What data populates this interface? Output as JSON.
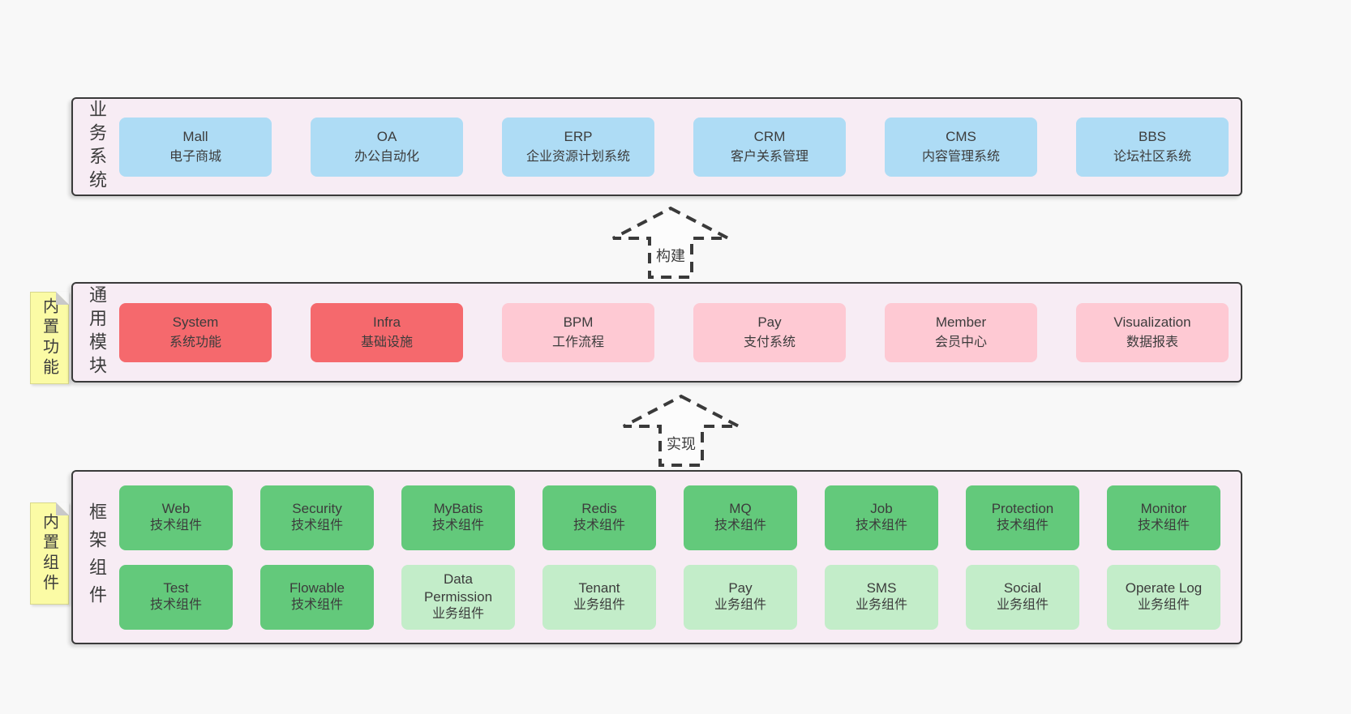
{
  "colors": {
    "page_bg": "#f8f8f8",
    "band_bg": "#f7ecf4",
    "band_border": "#3a3a3a",
    "blue_box": "#aedcf5",
    "red_box": "#f5696d",
    "pink_box": "#fec9d3",
    "green_box": "#63c97b",
    "light_green_box": "#c3edc9",
    "sticky_yellow": "#fbfba5",
    "text": "#3c3c3c"
  },
  "arrows": [
    {
      "label": "构建"
    },
    {
      "label": "实现"
    }
  ],
  "bands": [
    {
      "label": "业务系统",
      "rows": [
        {
          "cells": [
            {
              "title": "Mall",
              "subtitle": "电子商城"
            },
            {
              "title": "OA",
              "subtitle": "办公自动化"
            },
            {
              "title": "ERP",
              "subtitle": "企业资源计划系统"
            },
            {
              "title": "CRM",
              "subtitle": "客户关系管理"
            },
            {
              "title": "CMS",
              "subtitle": "内容管理系统"
            },
            {
              "title": "BBS",
              "subtitle": "论坛社区系统"
            }
          ]
        }
      ]
    },
    {
      "label": "通用模块",
      "sticky": "内置功能",
      "rows": [
        {
          "cells": [
            {
              "title": "System",
              "subtitle": "系统功能"
            },
            {
              "title": "Infra",
              "subtitle": "基础设施"
            },
            {
              "title": "BPM",
              "subtitle": "工作流程"
            },
            {
              "title": "Pay",
              "subtitle": "支付系统"
            },
            {
              "title": "Member",
              "subtitle": "会员中心"
            },
            {
              "title": "Visualization",
              "subtitle": "数据报表"
            }
          ]
        }
      ]
    },
    {
      "label": "框架组件",
      "sticky": "内置组件",
      "rows": [
        {
          "cells": [
            {
              "title": "Web",
              "subtitle": "技术组件"
            },
            {
              "title": "Security",
              "subtitle": "技术组件"
            },
            {
              "title": "MyBatis",
              "subtitle": "技术组件"
            },
            {
              "title": "Redis",
              "subtitle": "技术组件"
            },
            {
              "title": "MQ",
              "subtitle": "技术组件"
            },
            {
              "title": "Job",
              "subtitle": "技术组件"
            },
            {
              "title": "Protection",
              "subtitle": "技术组件"
            },
            {
              "title": "Monitor",
              "subtitle": "技术组件"
            }
          ]
        },
        {
          "cells": [
            {
              "title": "Test",
              "subtitle": "技术组件"
            },
            {
              "title": "Flowable",
              "subtitle": "技术组件"
            },
            {
              "title": "Data Permission",
              "subtitle": "业务组件"
            },
            {
              "title": "Tenant",
              "subtitle": "业务组件"
            },
            {
              "title": "Pay",
              "subtitle": "业务组件"
            },
            {
              "title": "SMS",
              "subtitle": "业务组件"
            },
            {
              "title": "Social",
              "subtitle": "业务组件"
            },
            {
              "title": "Operate Log",
              "subtitle": "业务组件"
            }
          ]
        }
      ]
    }
  ]
}
